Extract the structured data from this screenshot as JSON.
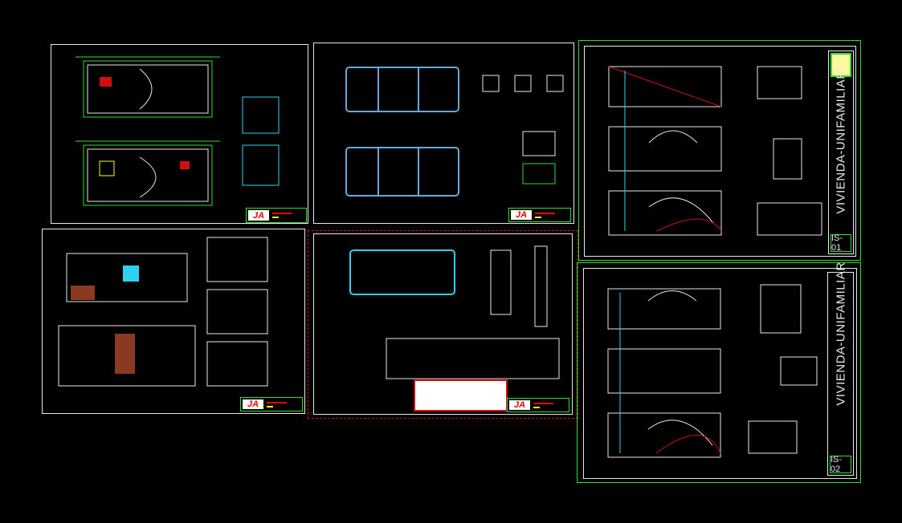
{
  "title_block": {
    "project_title": "VIVIENDA-UNIFAMILIAR",
    "logo_text": "JA"
  },
  "sheets": [
    {
      "id": "arch-plans"
    },
    {
      "id": "structural-plans"
    },
    {
      "id": "sanitary-1",
      "sheet_number": "IS-01"
    },
    {
      "id": "elevations"
    },
    {
      "id": "foundations"
    },
    {
      "id": "sanitary-2",
      "sheet_number": "IS-02"
    }
  ],
  "colors": {
    "background": "#000000",
    "border": "#e8e8e8",
    "green": "#2fdc2f",
    "red": "#d01010",
    "cyan": "#2fd0f0"
  }
}
